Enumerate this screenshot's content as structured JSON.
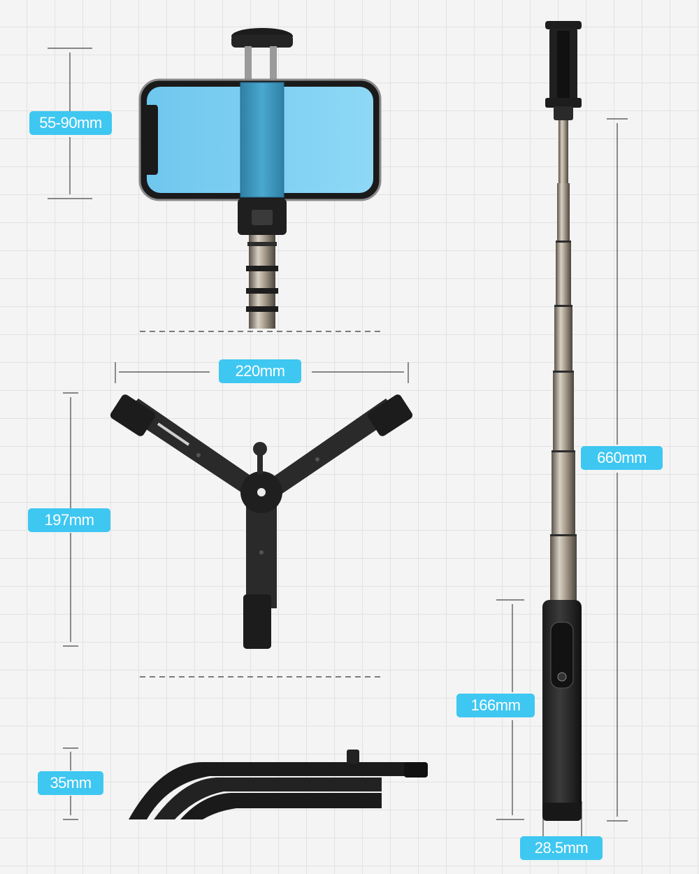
{
  "dimensions": {
    "phone_clamp_range": "55-90mm",
    "tripod_span": "220mm",
    "tripod_leg_length": "197mm",
    "tripod_folded_height": "35mm",
    "pole_extended_length": "660mm",
    "handle_length": "166mm",
    "handle_diameter": "28.5mm"
  },
  "colors": {
    "label_background": "#3ec7f1",
    "label_text": "#ffffff",
    "grid_background": "#f4f4f4",
    "grid_line": "#e2e2e2",
    "screen_blue": "#7fd0f3"
  }
}
